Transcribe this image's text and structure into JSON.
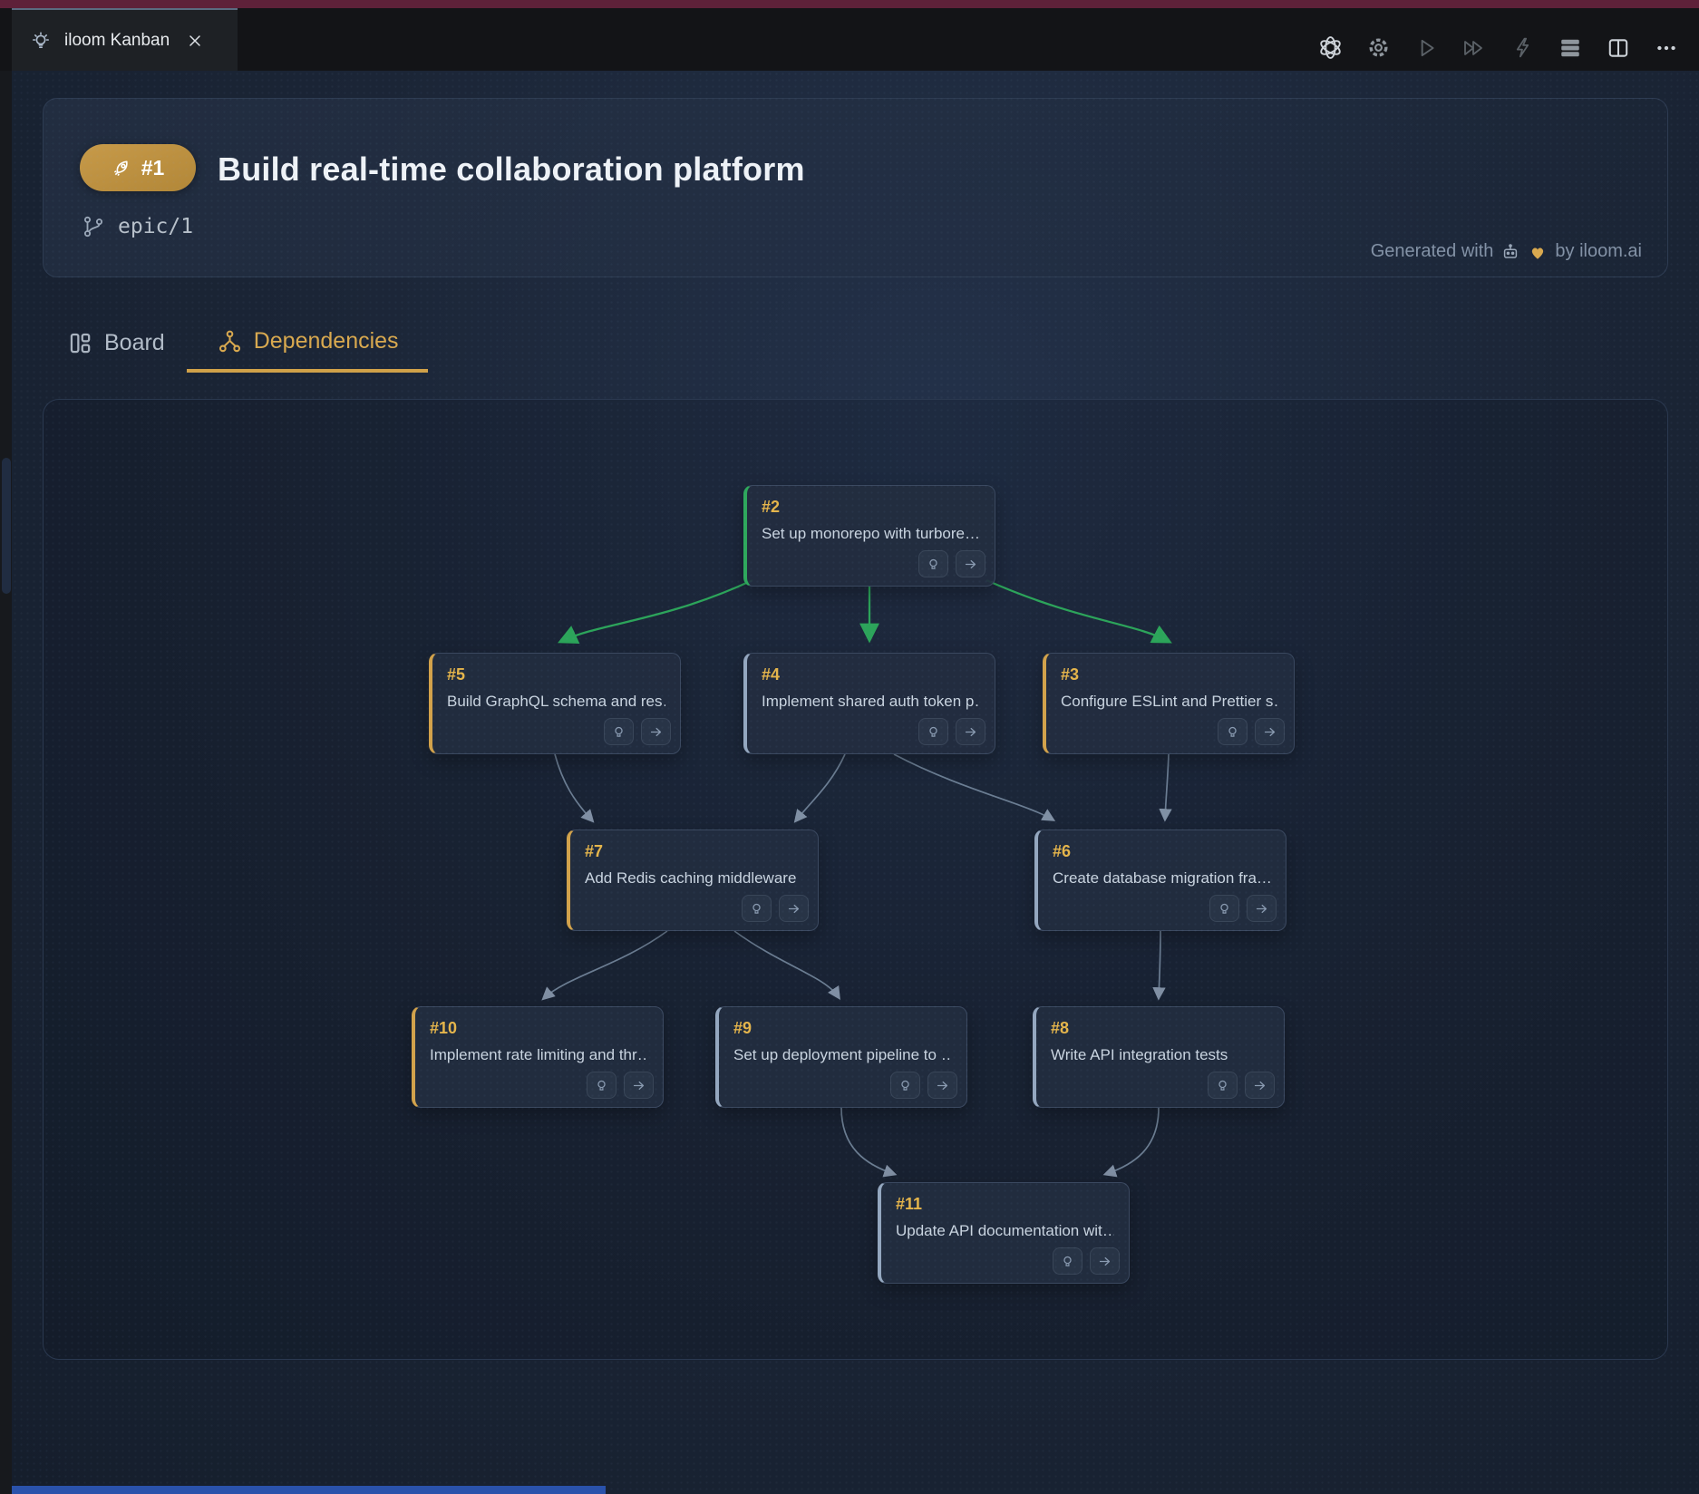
{
  "window": {
    "tab": {
      "title": "iloom Kanban"
    },
    "toolbar_icons": [
      "openai-icon",
      "settings-gear-icon",
      "run-icon",
      "run-all-icon",
      "flash-icon",
      "layout-rows-icon",
      "split-editor-icon",
      "more-ellipsis-icon"
    ]
  },
  "header": {
    "badge": {
      "id": "#1",
      "icon": "rocket-icon"
    },
    "title": "Build real-time collaboration platform",
    "branch": "epic/1",
    "attribution": {
      "prefix": "Generated with",
      "emoji": "🤖💛",
      "suffix": "by iloom.ai"
    }
  },
  "view_tabs": [
    {
      "label": "Board",
      "active": false,
      "icon": "kanban-board-icon"
    },
    {
      "label": "Dependencies",
      "active": true,
      "icon": "dependencies-graph-icon"
    }
  ],
  "graph": {
    "nodes": [
      {
        "id": "#2",
        "title": "Set up monorepo with turbore…",
        "accent": "green"
      },
      {
        "id": "#5",
        "title": "Build GraphQL schema and res…",
        "accent": "amber"
      },
      {
        "id": "#4",
        "title": "Implement shared auth token p…",
        "accent": "slate"
      },
      {
        "id": "#3",
        "title": "Configure ESLint and Prettier s…",
        "accent": "amber"
      },
      {
        "id": "#7",
        "title": "Add Redis caching middleware",
        "accent": "amber"
      },
      {
        "id": "#6",
        "title": "Create database migration fra…",
        "accent": "slate"
      },
      {
        "id": "#10",
        "title": "Implement rate limiting and thr…",
        "accent": "amber"
      },
      {
        "id": "#9",
        "title": "Set up deployment pipeline to …",
        "accent": "slate"
      },
      {
        "id": "#8",
        "title": "Write API integration tests",
        "accent": "slate"
      },
      {
        "id": "#11",
        "title": "Update API documentation wit…",
        "accent": "slate"
      }
    ],
    "edges": [
      {
        "from": "#2",
        "to": "#5",
        "color": "green"
      },
      {
        "from": "#2",
        "to": "#4",
        "color": "green"
      },
      {
        "from": "#2",
        "to": "#3",
        "color": "green"
      },
      {
        "from": "#5",
        "to": "#7",
        "color": "gray"
      },
      {
        "from": "#4",
        "to": "#7",
        "color": "gray"
      },
      {
        "from": "#4",
        "to": "#6",
        "color": "gray"
      },
      {
        "from": "#3",
        "to": "#6",
        "color": "gray"
      },
      {
        "from": "#7",
        "to": "#10",
        "color": "gray"
      },
      {
        "from": "#7",
        "to": "#9",
        "color": "gray"
      },
      {
        "from": "#6",
        "to": "#8",
        "color": "gray"
      },
      {
        "from": "#9",
        "to": "#11",
        "color": "gray"
      },
      {
        "from": "#8",
        "to": "#11",
        "color": "gray"
      }
    ],
    "node_action_icons": [
      "lightbulb-icon",
      "arrow-right-icon"
    ]
  },
  "colors": {
    "title_bar_maroon": "#5e2139",
    "accent_green": "#2ca45a",
    "accent_amber": "#d2a24b",
    "accent_slate": "#94a7bf",
    "active_tab_underline": "#d0a148",
    "status_strip_blue": "#2a52ab",
    "badge_gold": "#c79a49"
  }
}
